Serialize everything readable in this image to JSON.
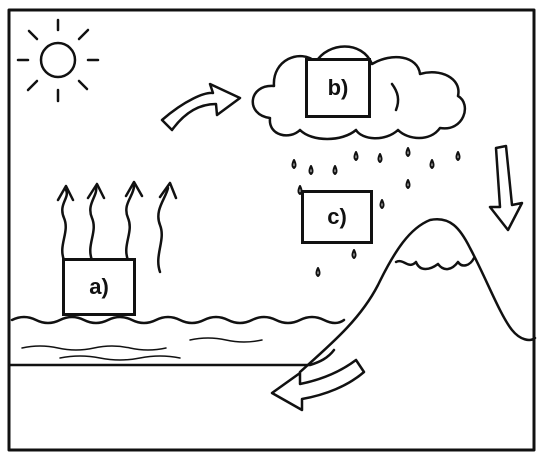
{
  "labels": {
    "a": "a)",
    "b": "b)",
    "c": "c)"
  },
  "colors": {
    "ink": "#111111",
    "paper": "#ffffff"
  },
  "icons": [
    "sun-icon",
    "cloud-icon",
    "raindrop-icon",
    "arrow-icon",
    "mountain-icon",
    "wave-icon"
  ]
}
